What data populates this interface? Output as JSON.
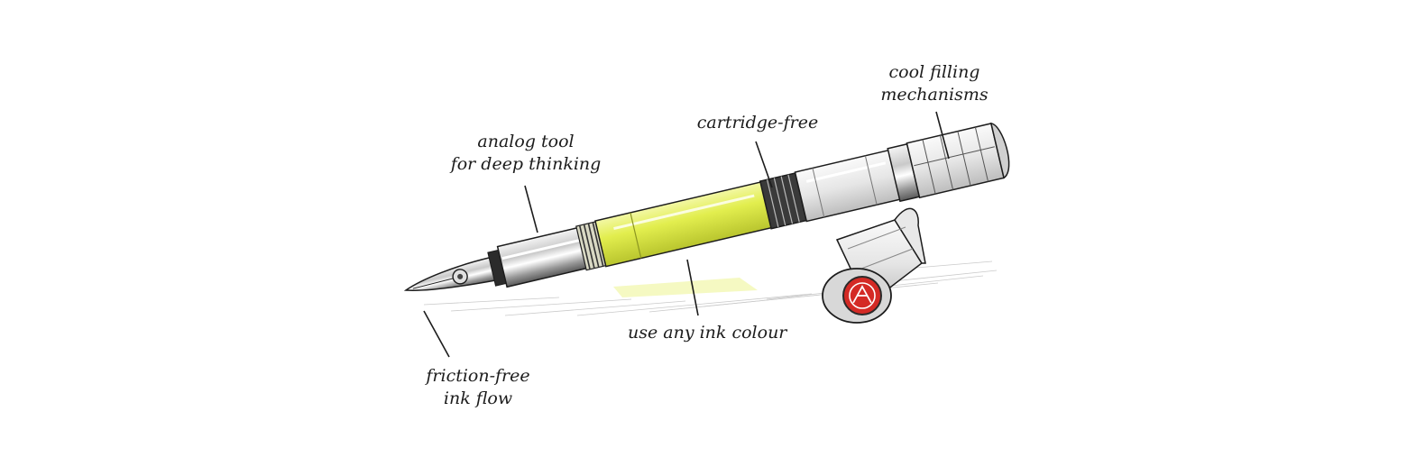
{
  "annotations": {
    "mechanisms": {
      "line1": "cool filling",
      "line2": "mechanisms"
    },
    "cartridge": {
      "line1": "cartridge-free"
    },
    "analog": {
      "line1": "analog tool",
      "line2": "for deep thinking"
    },
    "ink_colour": {
      "line1": "use any ink colour"
    },
    "friction": {
      "line1": "friction-free",
      "line2": "ink flow"
    }
  },
  "colors": {
    "ink": "#e2ee4e",
    "ink_highlight": "#f1f79c",
    "cap_emblem": "#d42a25",
    "sketch_line": "#1c1c1c"
  },
  "icons": {
    "cap_emblem": "logo-medallion-icon"
  }
}
